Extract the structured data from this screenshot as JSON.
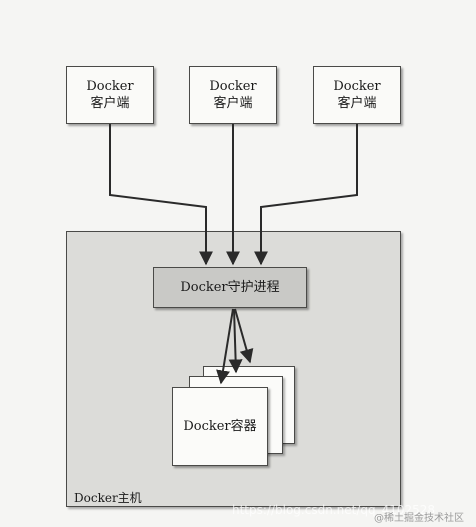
{
  "clients": [
    {
      "line1": "Docker",
      "line2": "客户端"
    },
    {
      "line1": "Docker",
      "line2": "客户端"
    },
    {
      "line1": "Docker",
      "line2": "客户端"
    }
  ],
  "daemon": {
    "label": "Docker守护进程"
  },
  "container": {
    "label": "Docker容器"
  },
  "host": {
    "label": "Docker主机"
  },
  "watermark": {
    "url": "https://blog.csdn.net/qq_4102528",
    "credit": "@稀土掘金技术社区"
  }
}
